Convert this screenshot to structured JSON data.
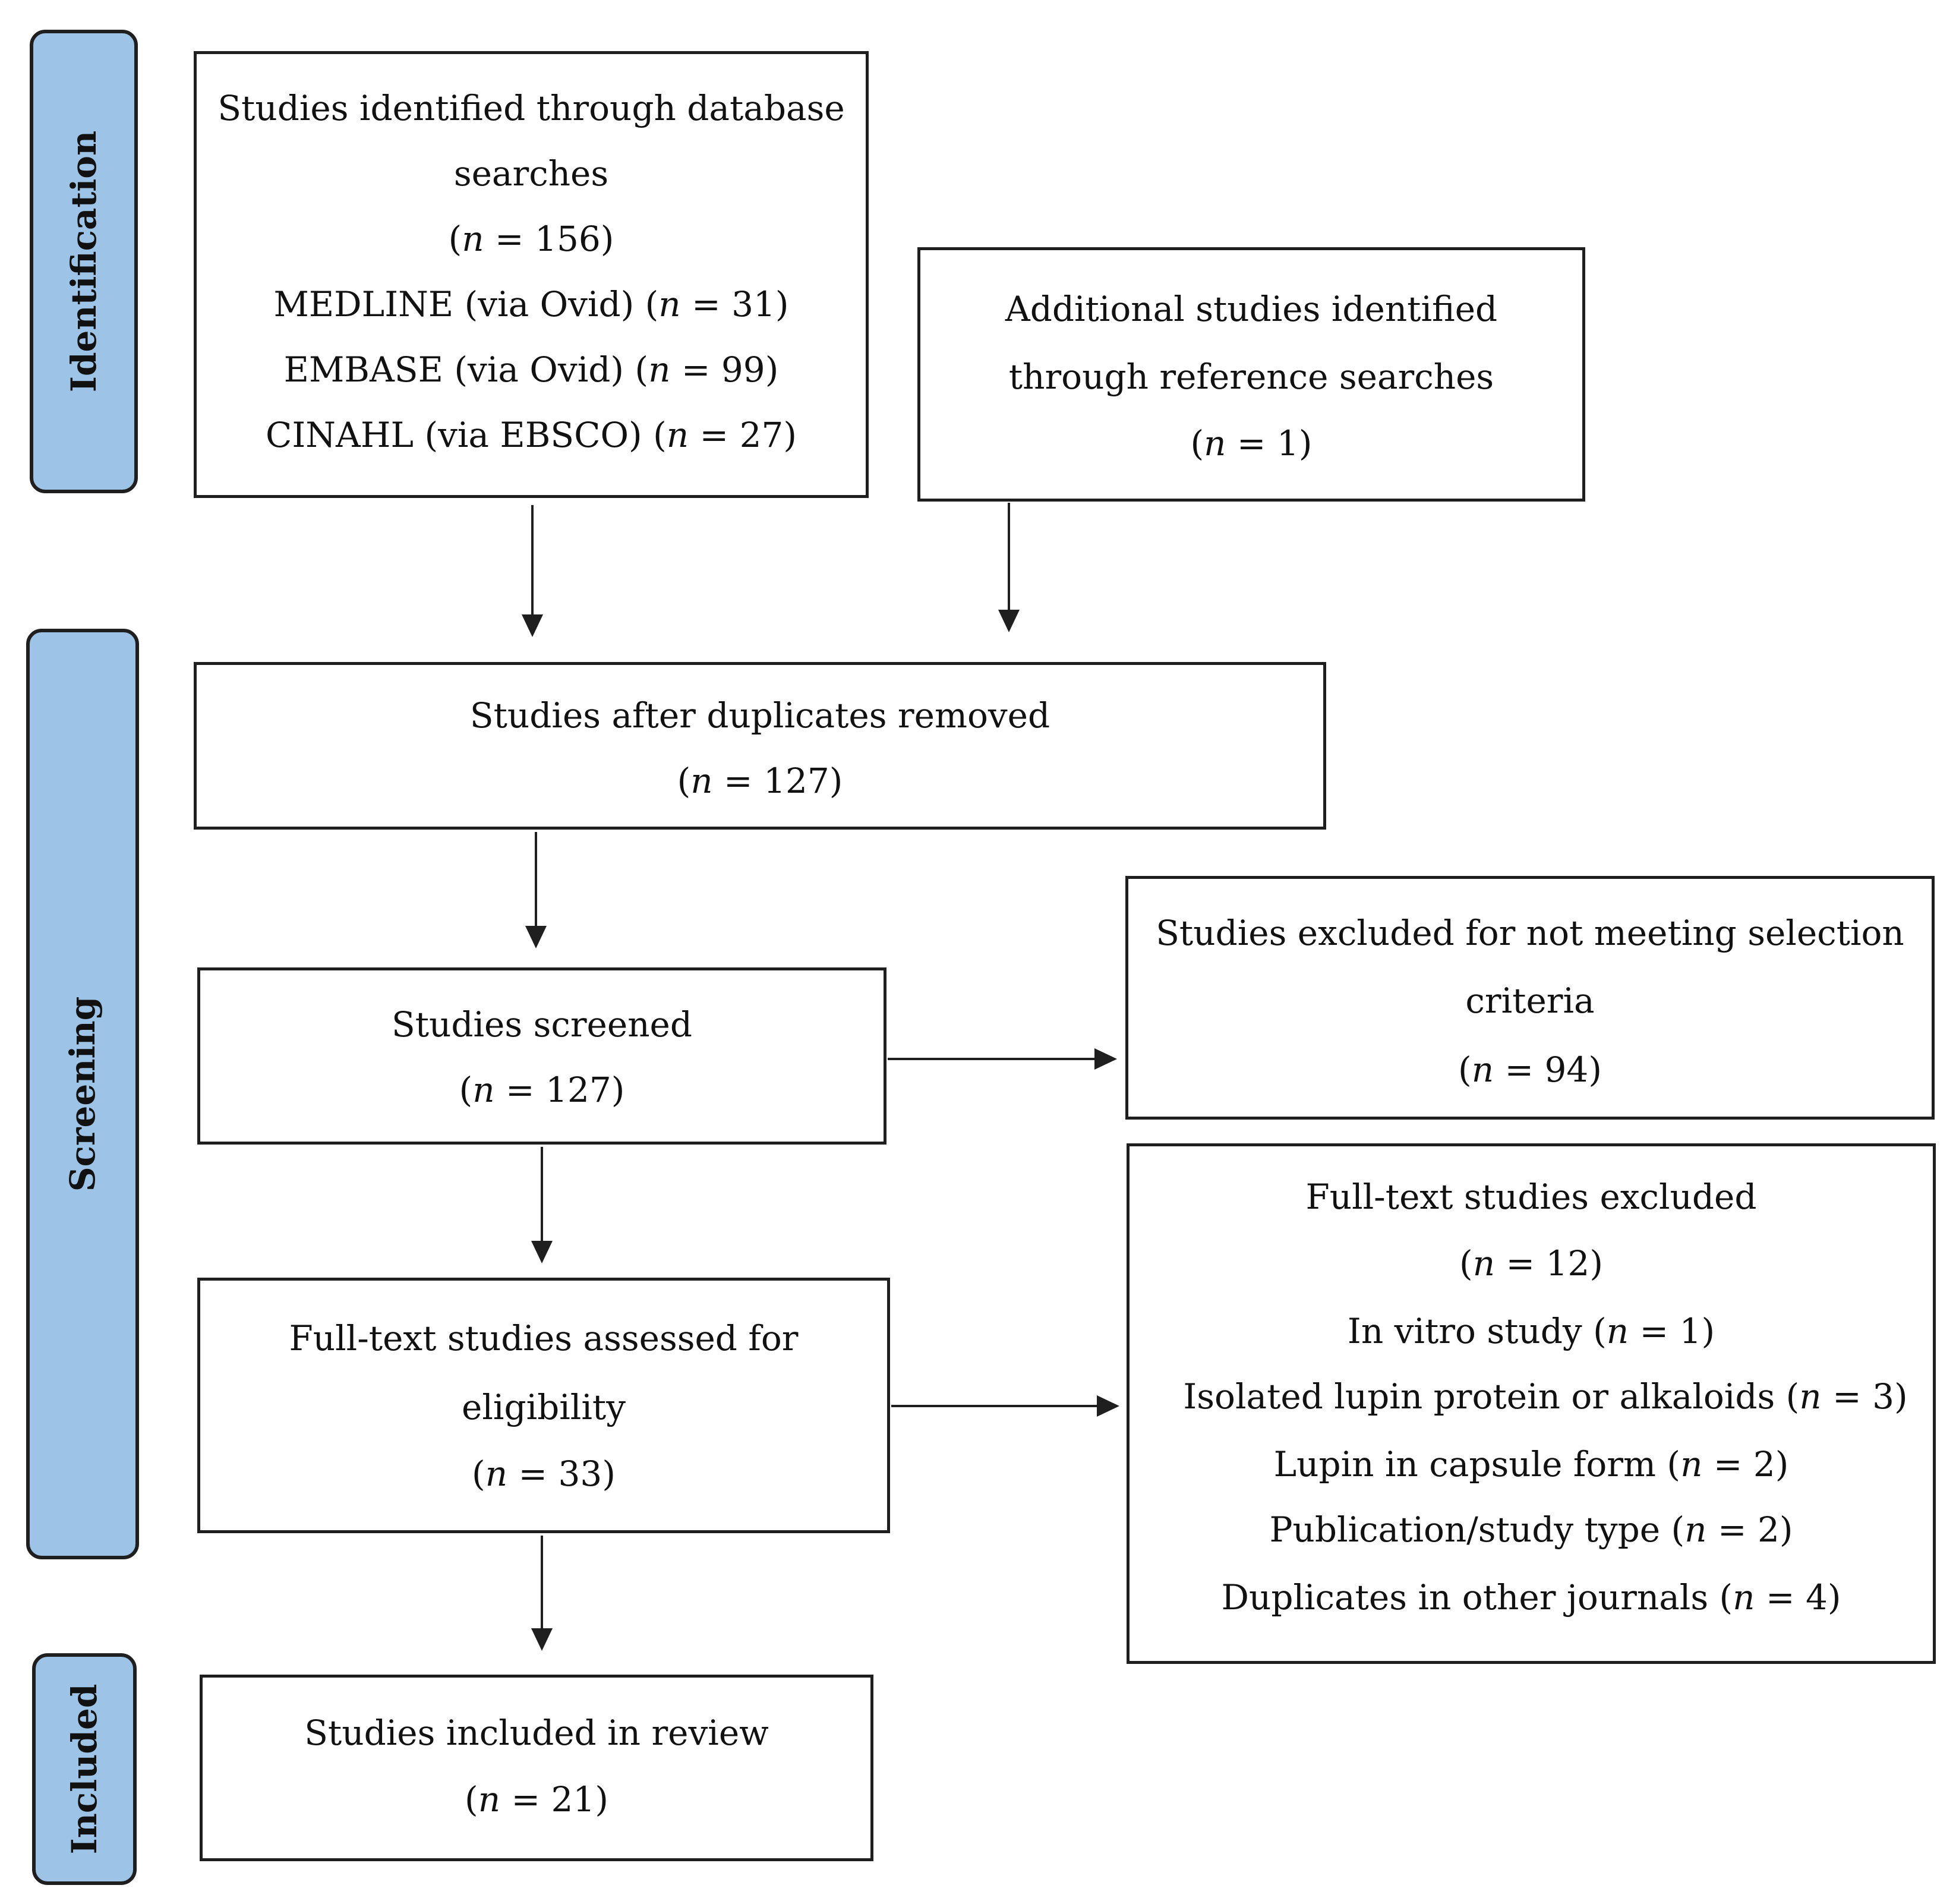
{
  "phases": {
    "identification": "Identification",
    "screening": "Screening",
    "included": "Included"
  },
  "boxes": {
    "database": {
      "line1": "Studies identified through database",
      "line2": "searches",
      "total_open": "(",
      "n": "n",
      "total_value": " = 156)",
      "medline_prefix": "MEDLINE (via Ovid) (",
      "medline_value": " = 31)",
      "embase_prefix": "EMBASE (via Ovid) (",
      "embase_value": " = 99)",
      "cinahl_prefix": "CINAHL (via EBSCO) (",
      "cinahl_value": " = 27)"
    },
    "additional": {
      "line1": "Additional studies identified",
      "line2": "through reference searches",
      "open": "(",
      "n": "n",
      "value": " = 1)"
    },
    "deduplicated": {
      "line1": "Studies after duplicates removed",
      "open": "(",
      "n": "n",
      "value": " = 127)"
    },
    "screened": {
      "line1": "Studies screened",
      "open": "(",
      "n": "n",
      "value": " = 127)"
    },
    "excluded_criteria": {
      "line1": "Studies excluded for not meeting selection",
      "line2": "criteria",
      "open": "(",
      "n": "n",
      "value": " = 94)"
    },
    "fulltext_assessed": {
      "line1": "Full-text studies assessed for",
      "line2": "eligibility",
      "open": "(",
      "n": "n",
      "value": " = 33)"
    },
    "fulltext_excluded": {
      "line1": "Full-text studies excluded",
      "open": "(",
      "n": "n",
      "value": " = 12)",
      "reasons": [
        {
          "prefix": "In vitro study (",
          "value": " = 1)"
        },
        {
          "prefix": "Isolated lupin protein or alkaloids (",
          "value": " = 3)"
        },
        {
          "prefix": "Lupin in capsule form (",
          "value": " = 2)"
        },
        {
          "prefix": "Publication/study type (",
          "value": " = 2)"
        },
        {
          "prefix": "Duplicates in other journals (",
          "value": " = 4)"
        }
      ]
    },
    "included": {
      "line1": "Studies included in review",
      "open": "(",
      "n": "n",
      "value": " = 21)"
    }
  }
}
